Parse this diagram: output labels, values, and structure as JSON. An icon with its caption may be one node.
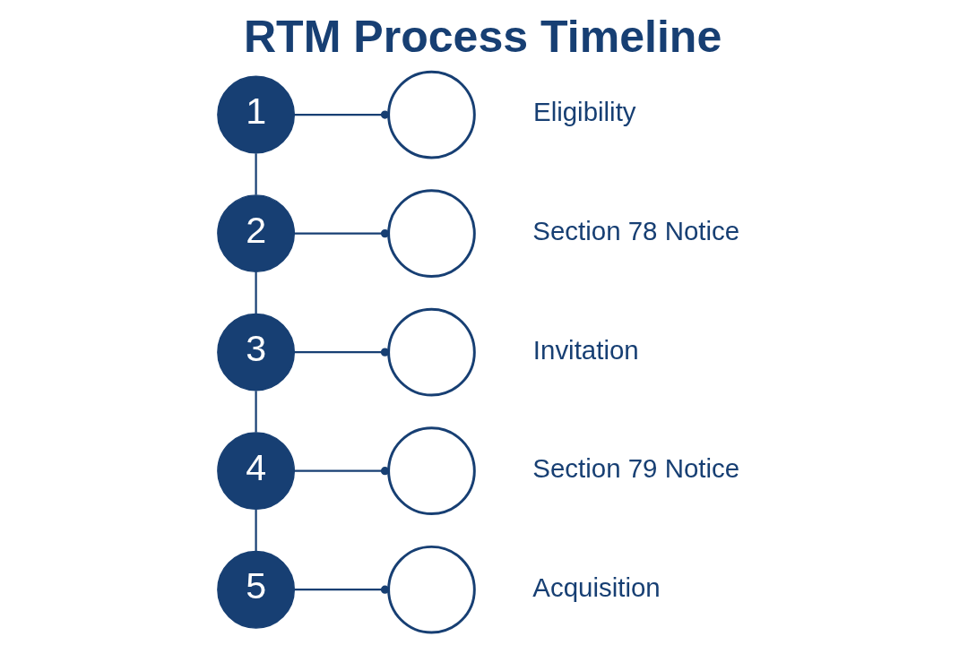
{
  "diagram": {
    "title": "RTM Process Timeline",
    "nodes": [
      {
        "text": [
          "1"
        ]
      },
      {
        "text": [
          "2"
        ]
      },
      {
        "text": [
          "3"
        ]
      },
      {
        "text": [
          "4"
        ]
      },
      {
        "text": [
          "5"
        ]
      },
      {
        "text": [],
        "shape": "circle",
        "beside": [
          "Eligibility"
        ]
      },
      {
        "text": [],
        "shape": "circle",
        "beside": [
          "Section 78 Notice"
        ]
      },
      {
        "text": [],
        "shape": "circle",
        "beside": [
          "Invitation"
        ]
      },
      {
        "text": [],
        "shape": "circle",
        "beside": [
          "Section 79 Notice"
        ]
      },
      {
        "text": [],
        "shape": "circle",
        "beside": [
          "Acquisition"
        ]
      }
    ],
    "edges": [
      {
        "from": 0,
        "to": 1,
        "arrow": "none"
      },
      {
        "from": 1,
        "to": 2,
        "arrow": "none"
      },
      {
        "from": 2,
        "to": 3,
        "arrow": "none"
      },
      {
        "from": 3,
        "to": 4,
        "arrow": "none"
      },
      {
        "from": 0,
        "to": 5,
        "arrow": "other"
      },
      {
        "from": 1,
        "to": 6,
        "arrow": "other"
      },
      {
        "from": 2,
        "to": 7,
        "arrow": "other"
      },
      {
        "from": 3,
        "to": 8,
        "arrow": "other"
      },
      {
        "from": 4,
        "to": 9,
        "arrow": "other"
      }
    ]
  }
}
